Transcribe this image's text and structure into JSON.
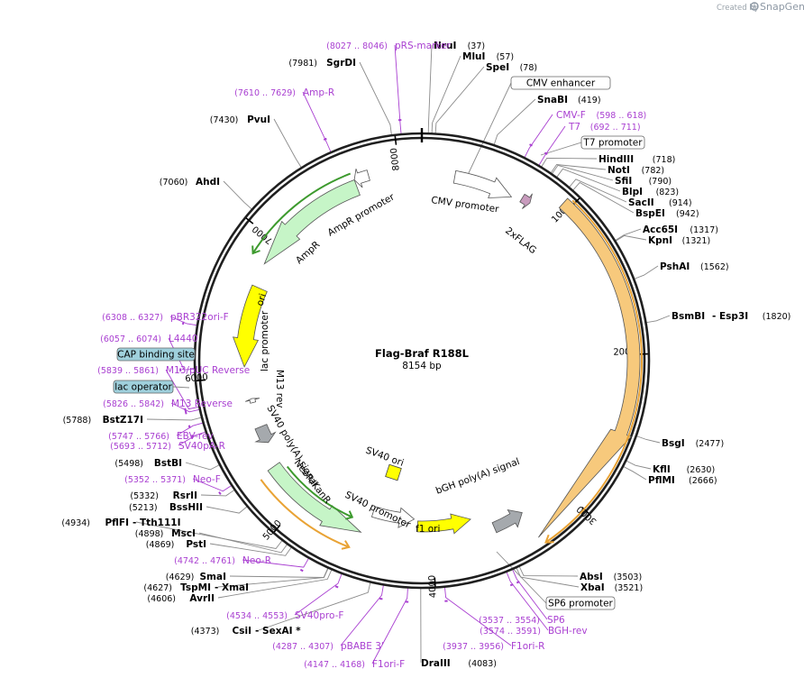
{
  "header": {
    "credit_prefix": "Created by",
    "credit_brand": "SnapGene"
  },
  "plasmid": {
    "name": "Flag-Braf R188L",
    "size_label": "8154 bp",
    "length_bp": 8154,
    "backbone_color": "#1f1f1f"
  },
  "ticks": [
    {
      "bp": 1000,
      "label": "1000"
    },
    {
      "bp": 2000,
      "label": "2000"
    },
    {
      "bp": 3000,
      "label": "3000"
    },
    {
      "bp": 4000,
      "label": "4000"
    },
    {
      "bp": 5000,
      "label": "5000"
    },
    {
      "bp": 6000,
      "label": "6000"
    },
    {
      "bp": 7000,
      "label": "7000"
    },
    {
      "bp": 8000,
      "label": "8000"
    }
  ],
  "enzymes_right": [
    {
      "name": "NruI",
      "pos": "(37)",
      "bp": 37
    },
    {
      "name": "MluI",
      "pos": "(57)",
      "bp": 57
    },
    {
      "name": "SpeI",
      "pos": "(78)",
      "bp": 78
    },
    {
      "name": "SnaBI",
      "pos": "(419)",
      "bp": 419
    },
    {
      "name": "HindIII",
      "pos": "(718)",
      "bp": 718
    },
    {
      "name": "NotI",
      "pos": "(782)",
      "bp": 782
    },
    {
      "name": "SfiI",
      "pos": "(790)",
      "bp": 790
    },
    {
      "name": "BlpI",
      "pos": "(823)",
      "bp": 823
    },
    {
      "name": "SacII",
      "pos": "(914)",
      "bp": 914
    },
    {
      "name": "BspEI",
      "pos": "(942)",
      "bp": 942
    },
    {
      "name": "Acc65I",
      "pos": "(1317)",
      "bp": 1317
    },
    {
      "name": "KpnI",
      "pos": "(1321)",
      "bp": 1321
    },
    {
      "name": "PshAI",
      "pos": "(1562)",
      "bp": 1562
    },
    {
      "name": "BsmBI",
      "name2": "Esp3I",
      "pos": "(1820)",
      "bp": 1820
    },
    {
      "name": "BsgI",
      "pos": "(2477)",
      "bp": 2477
    },
    {
      "name": "KflI",
      "pos": "(2630)",
      "bp": 2630
    },
    {
      "name": "PflMI",
      "pos": "(2666)",
      "bp": 2666
    },
    {
      "name": "AbsI",
      "pos": "(3503)",
      "bp": 3503
    },
    {
      "name": "XbaI",
      "pos": "(3521)",
      "bp": 3521
    },
    {
      "name": "DraIII",
      "pos": "(4083)",
      "bp": 4083
    }
  ],
  "enzymes_left": [
    {
      "name": "SgrDI",
      "pos": "(7981)",
      "bp": 7981
    },
    {
      "name": "PvuI",
      "pos": "(7430)",
      "bp": 7430
    },
    {
      "name": "AhdI",
      "pos": "(7060)",
      "bp": 7060
    },
    {
      "name": "BstZ17I",
      "pos": "(5788)",
      "bp": 5788
    },
    {
      "name": "BstBI",
      "pos": "(5498)",
      "bp": 5498
    },
    {
      "name": "RsrII",
      "pos": "(5332)",
      "bp": 5332
    },
    {
      "name": "BssHII",
      "pos": "(5213)",
      "bp": 5213
    },
    {
      "name": "PflFI",
      "name2": "Tth111I",
      "pos": "(4934)",
      "bp": 4934
    },
    {
      "name": "MscI",
      "pos": "(4898)",
      "bp": 4898
    },
    {
      "name": "PstI",
      "pos": "(4869)",
      "bp": 4869
    },
    {
      "name": "SmaI",
      "pos": "(4629)",
      "bp": 4629
    },
    {
      "name": "TspMI",
      "name2": "XmaI",
      "pos": "(4627)",
      "bp": 4627
    },
    {
      "name": "AvrII",
      "pos": "(4606)",
      "bp": 4606
    },
    {
      "name": "CsiI",
      "name2": "SexAI",
      "suffix": "*",
      "pos": "(4373)",
      "bp": 4373
    }
  ],
  "primers": [
    {
      "name": "pRS-marker",
      "pos": "(8027 .. 8046)",
      "bp": 8036
    },
    {
      "name": "Amp-R",
      "pos": "(7610 .. 7629)",
      "bp": 7620
    },
    {
      "name": "CMV-F",
      "pos": "(598 .. 618)",
      "bp": 608
    },
    {
      "name": "T7",
      "pos": "(692 .. 711)",
      "bp": 701
    },
    {
      "name": "pBR322ori-F",
      "pos": "(6308 .. 6327)",
      "bp": 6318
    },
    {
      "name": "L4440",
      "pos": "(6057 .. 6074)",
      "bp": 6066
    },
    {
      "name": "M13/pUC Reverse",
      "pos": "(5839 .. 5861)",
      "bp": 5850
    },
    {
      "name": "M13 Reverse",
      "pos": "(5826 .. 5842)",
      "bp": 5834
    },
    {
      "name": "EBV-rev",
      "pos": "(5747 .. 5766)",
      "bp": 5756
    },
    {
      "name": "SV40pA-R",
      "pos": "(5693 .. 5712)",
      "bp": 5702
    },
    {
      "name": "Neo-F",
      "pos": "(5352 .. 5371)",
      "bp": 5362
    },
    {
      "name": "Neo-R",
      "pos": "(4742 .. 4761)",
      "bp": 4752
    },
    {
      "name": "SV40pro-F",
      "pos": "(4534 .. 4553)",
      "bp": 4544
    },
    {
      "name": "pBABE 3'",
      "pos": "(4287 .. 4307)",
      "bp": 4297
    },
    {
      "name": "F1ori-F",
      "pos": "(4147 .. 4168)",
      "bp": 4157
    },
    {
      "name": "F1ori-R",
      "pos": "(3937 .. 3956)",
      "bp": 3946
    },
    {
      "name": "SP6",
      "pos": "(3537 .. 3554)",
      "bp": 3545
    },
    {
      "name": "BGH-rev",
      "pos": "(3574 .. 3591)",
      "bp": 3582
    }
  ],
  "boxed_features": [
    {
      "name": "CMV enhancer",
      "style": "white"
    },
    {
      "name": "T7 promoter",
      "style": "white"
    },
    {
      "name": "SP6 promoter",
      "style": "white"
    },
    {
      "name": "CAP binding site",
      "style": "blue"
    },
    {
      "name": "lac operator",
      "style": "blue"
    }
  ],
  "features": [
    {
      "name": "CMV promoter",
      "start": 230,
      "end": 650,
      "dir": 1,
      "color": "#ffffff"
    },
    {
      "name": "2xFLAG",
      "start": 718,
      "end": 780,
      "dir": 1,
      "color": "#c89bbd"
    },
    {
      "name": "Braf R188L",
      "start": 950,
      "end": 3320,
      "dir": 1,
      "color": "#f7c97c"
    },
    {
      "name": "bGH poly(A) signal",
      "start": 3320,
      "end": 3545,
      "dir": -1,
      "color": "#a5a9ad"
    },
    {
      "name": "f1 ori",
      "start": 3690,
      "end": 4110,
      "dir": -1,
      "color": "#ffff00"
    },
    {
      "name": "SV40 promoter",
      "start": 4140,
      "end": 4480,
      "dir": -1,
      "color": "#ffffff"
    },
    {
      "name": "SV40 ori",
      "start": 4330,
      "end": 4470,
      "dir": 0,
      "color": "#ffff00"
    },
    {
      "name": "NeoR/KanR",
      "start": 4520,
      "end": 5310,
      "dir": -1,
      "color": "#c6f5c7"
    },
    {
      "name": "SV40 poly(A) signal",
      "start": 5480,
      "end": 5610,
      "dir": -1,
      "color": "#a5a9ad"
    },
    {
      "name": "lac promoter",
      "start": 5800,
      "end": 5831,
      "dir": 1,
      "color": "#ffffff"
    },
    {
      "name": "ori",
      "start": 6070,
      "end": 6660,
      "dir": -1,
      "color": "#ffff00"
    },
    {
      "name": "AmpR",
      "start": 6830,
      "end": 7690,
      "dir": -1,
      "color": "#c6f5c7"
    },
    {
      "name": "AmpR promoter",
      "start": 7690,
      "end": 7790,
      "dir": -1,
      "color": "#ffffff"
    }
  ],
  "inner_labels": [
    {
      "name": "M13 rev"
    }
  ],
  "colors": {
    "primer": "#a93fd1",
    "cds_orange": "#e9a335",
    "cds_green": "#3d9a2e",
    "ampr_green": "#c6f5c7",
    "yellow": "#ffff00",
    "gray": "#a5a9ad",
    "blue_box": "#9fd0dc"
  }
}
